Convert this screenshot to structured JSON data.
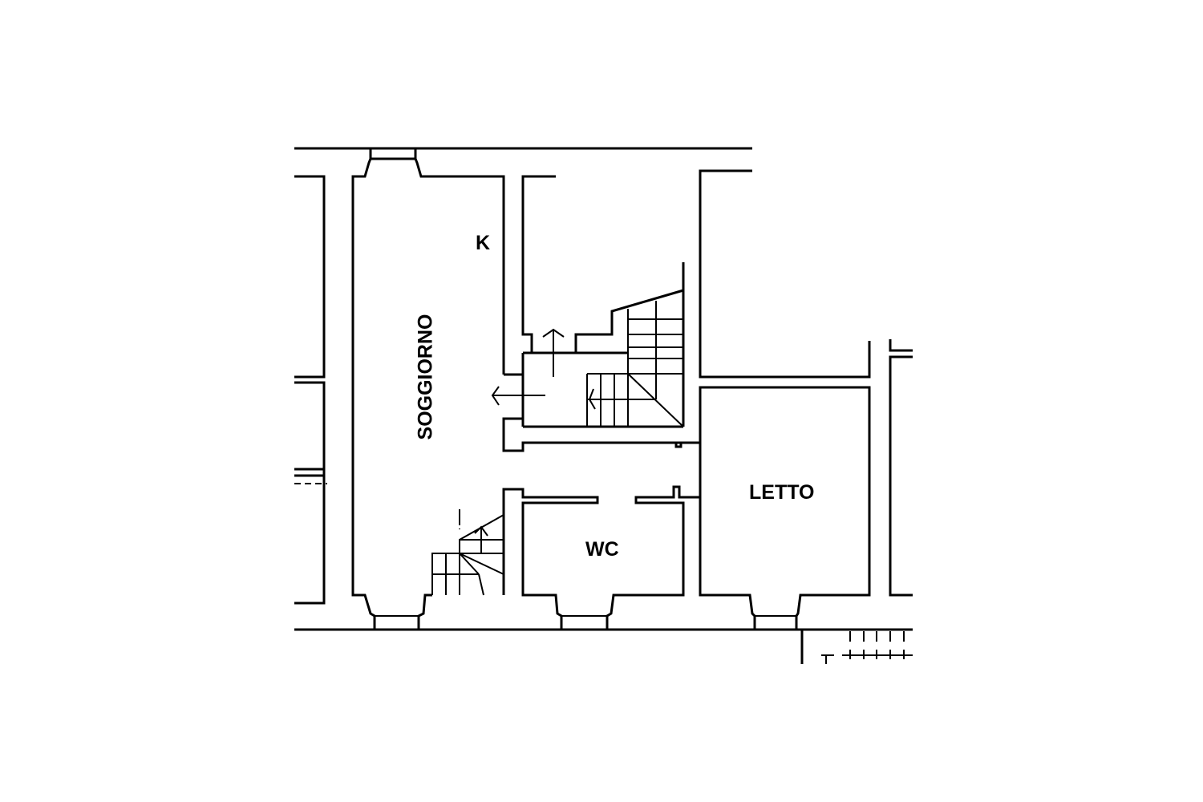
{
  "floorplan": {
    "rooms": {
      "kitchen": "K",
      "living": "SOGGIORNO",
      "bathroom": "WC",
      "bedroom": "LETTO"
    },
    "line_color": "#000000",
    "background": "#ffffff"
  }
}
